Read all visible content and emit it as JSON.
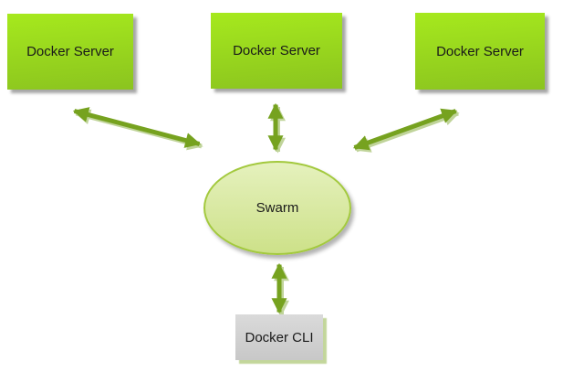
{
  "diagram": {
    "type": "flowchart",
    "background": "#ffffff",
    "nodes": [
      {
        "id": "server-1",
        "label": "Docker Server",
        "shape": "rectangle"
      },
      {
        "id": "server-2",
        "label": "Docker Server",
        "shape": "rectangle"
      },
      {
        "id": "server-3",
        "label": "Docker Server",
        "shape": "rectangle"
      },
      {
        "id": "swarm",
        "label": "Swarm",
        "shape": "ellipse"
      },
      {
        "id": "cli",
        "label": "Docker CLI",
        "shape": "rectangle"
      }
    ],
    "edges": [
      {
        "from": "server-1",
        "to": "swarm",
        "style": "double-headed-arrow"
      },
      {
        "from": "server-2",
        "to": "swarm",
        "style": "double-headed-arrow"
      },
      {
        "from": "server-3",
        "to": "swarm",
        "style": "double-headed-arrow"
      },
      {
        "from": "swarm",
        "to": "cli",
        "style": "double-headed-arrow"
      }
    ],
    "colors": {
      "server_gradient_top": "#a6e91d",
      "server_gradient_bottom": "#8bc41f",
      "swarm_gradient_top": "#e5f1bd",
      "swarm_gradient_bottom": "#cde189",
      "swarm_border": "#a3c93e",
      "cli_gradient_top": "#dadada",
      "cli_gradient_bottom": "#c8c8c8",
      "cli_shadow": "#c3d69b",
      "arrow": "#76a21f",
      "arrow_shadow": "#c0d49a",
      "text": "#1a1a1a"
    }
  }
}
